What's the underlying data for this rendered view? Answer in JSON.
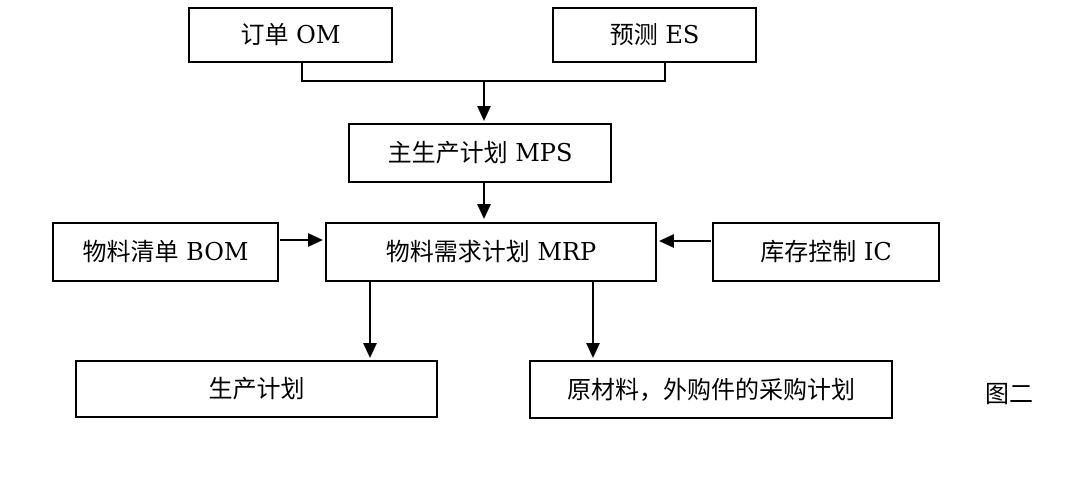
{
  "diagram": {
    "figure_label": "图二",
    "colors": {
      "border": "#000000",
      "background": "#ffffff",
      "text": "#000000"
    },
    "nodes": {
      "om": {
        "label": "订单 OM"
      },
      "es": {
        "label": "预测 ES"
      },
      "mps": {
        "label": "主生产计划 MPS"
      },
      "bom": {
        "label": "物料清单 BOM"
      },
      "mrp": {
        "label": "物料需求计划 MRP"
      },
      "ic": {
        "label": "库存控制 IC"
      },
      "production_plan": {
        "label": "生产计划"
      },
      "purchase_plan": {
        "label": "原材料，外购件的采购计划"
      }
    },
    "edges": [
      {
        "from": "om",
        "to": "mps",
        "style": "merge-arrow"
      },
      {
        "from": "es",
        "to": "mps",
        "style": "merge-arrow"
      },
      {
        "from": "mps",
        "to": "mrp",
        "style": "arrow-down"
      },
      {
        "from": "bom",
        "to": "mrp",
        "style": "arrow-right"
      },
      {
        "from": "ic",
        "to": "mrp",
        "style": "arrow-left"
      },
      {
        "from": "mrp",
        "to": "production_plan",
        "style": "arrow-down"
      },
      {
        "from": "mrp",
        "to": "purchase_plan",
        "style": "arrow-down"
      }
    ]
  }
}
